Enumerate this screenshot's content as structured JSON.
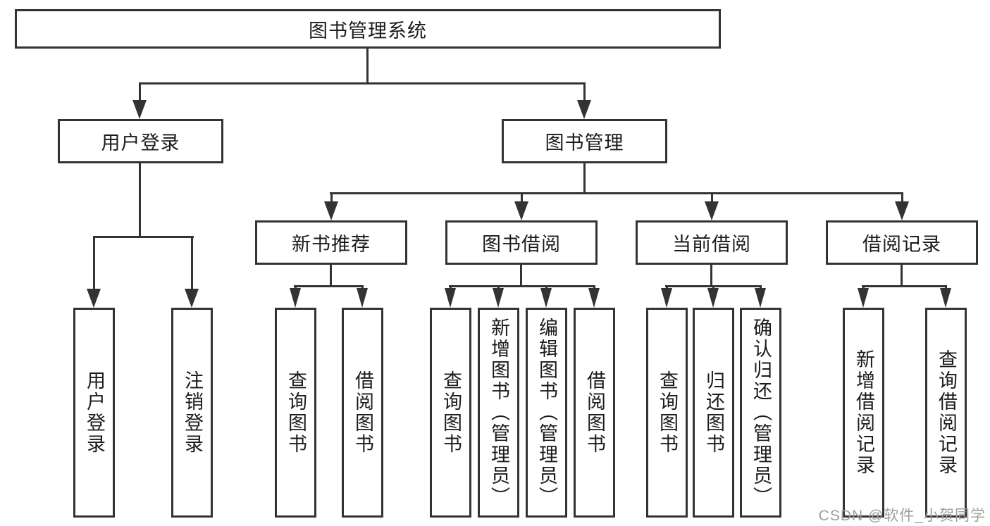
{
  "diagram_title": "图书管理系统",
  "nodes": {
    "root": {
      "label": "图书管理系统"
    },
    "login": {
      "label": "用户登录"
    },
    "mgmt": {
      "label": "图书管理"
    },
    "rec": {
      "label": "新书推荐"
    },
    "borrow": {
      "label": "图书借阅"
    },
    "current": {
      "label": "当前借阅"
    },
    "records": {
      "label": "借阅记录"
    },
    "leaf_login": {
      "label": "用户登录"
    },
    "leaf_logout": {
      "label": "注销登录"
    },
    "leaf_rec_query": {
      "label": "查询图书"
    },
    "leaf_rec_borrow": {
      "label": "借阅图书"
    },
    "leaf_bor_query": {
      "label": "查询图书"
    },
    "leaf_bor_add": {
      "label": "新增图书（管理员）"
    },
    "leaf_bor_edit": {
      "label": "编辑图书（管理员）"
    },
    "leaf_bor_borrow": {
      "label": "借阅图书"
    },
    "leaf_cur_query": {
      "label": "查询图书"
    },
    "leaf_cur_return": {
      "label": "归还图书"
    },
    "leaf_cur_confirm": {
      "label": "确认归还（管理员）"
    },
    "leaf_records_add": {
      "label": "新增借阅记录"
    },
    "leaf_records_query": {
      "label": "查询借阅记录"
    }
  },
  "watermark": {
    "text": "CSDN @软件_小贺同学"
  },
  "colors": {
    "line": "#333333",
    "text": "#1b1b1b",
    "watermark": "#9e9e9e",
    "background": "#ffffff"
  }
}
